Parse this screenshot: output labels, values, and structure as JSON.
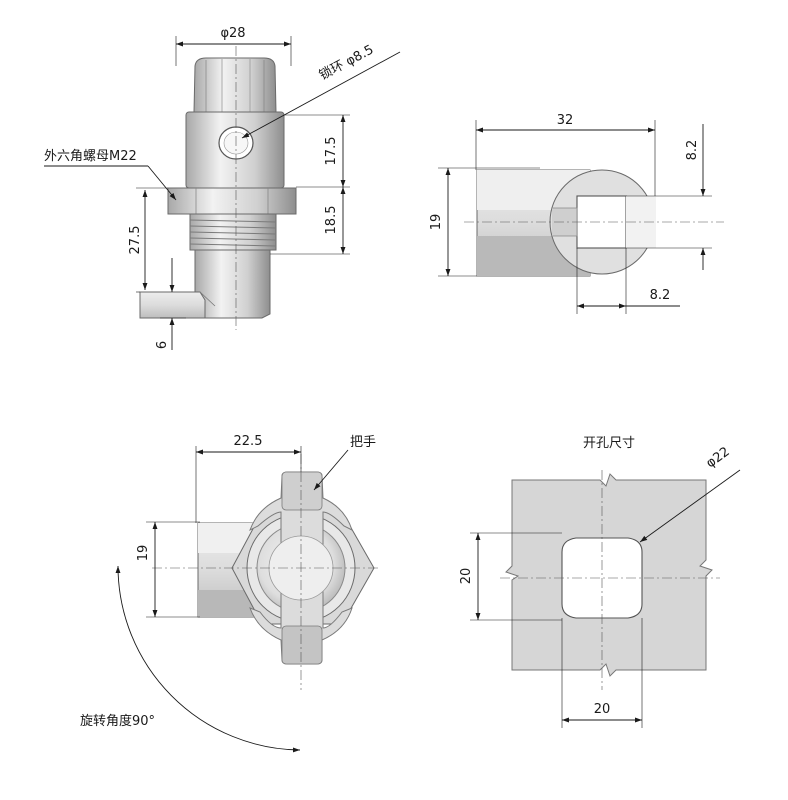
{
  "labels": {
    "hex_nut": "外六角螺母M22",
    "lock_ring": "锁环 φ8.5",
    "handle": "把手",
    "rotation_angle": "旋转角度90°",
    "cutout_size": "开孔尺寸"
  },
  "dimensions": {
    "front_diameter": "φ28",
    "front_upper_height": "17.5",
    "front_lower_height": "18.5",
    "front_total_height": "27.5",
    "front_tab": "6",
    "side_length": "32",
    "side_height": "19",
    "side_square_top": "8.2",
    "side_square_bottom": "8.2",
    "top_width": "22.5",
    "top_height": "19",
    "cutout_diameter": "φ22",
    "cutout_height": "20",
    "cutout_width": "20"
  },
  "colors": {
    "line": "#1a1a1a",
    "part_light": "#e4e4e4",
    "part_mid": "#c8c8c8",
    "part_dark": "#9a9a9a",
    "cutout_plate": "#d6d6d6"
  }
}
